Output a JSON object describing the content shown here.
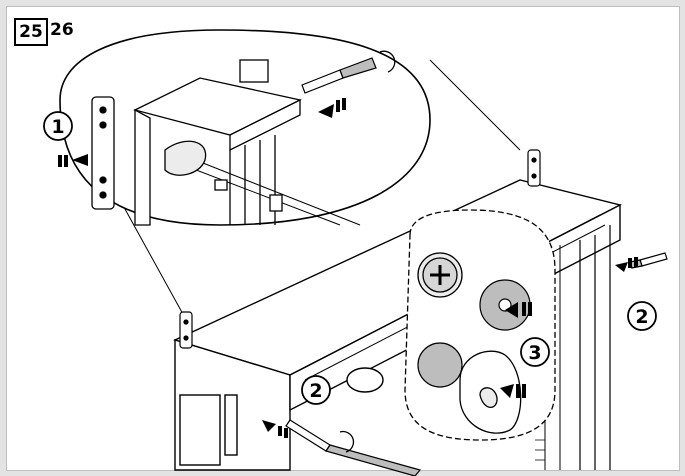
{
  "figure": {
    "step_current": "25",
    "step_next": "26",
    "callouts": {
      "one": "1",
      "two_right": "2",
      "two_left": "2",
      "three": "3"
    }
  },
  "colors": {
    "line": "#000000",
    "gray_fill": "#bdbdbd",
    "light_fill": "#ececec",
    "background": "#ffffff",
    "outer_bg": "#e3e3e3"
  }
}
